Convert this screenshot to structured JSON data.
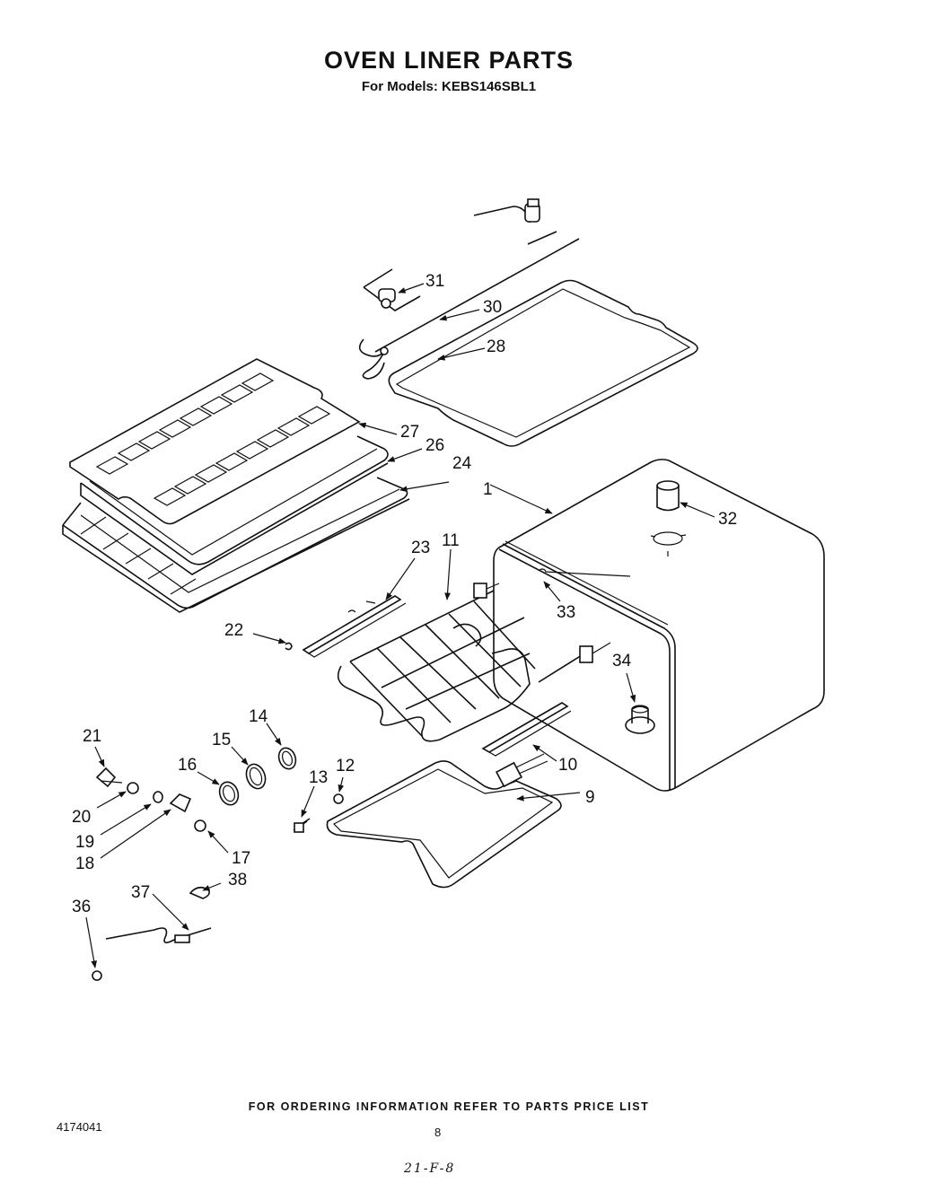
{
  "header": {
    "title": "OVEN LINER PARTS",
    "subtitle": "For Models: KEBS146SBL1"
  },
  "callouts": [
    "1",
    "9",
    "10",
    "11",
    "12",
    "13",
    "14",
    "15",
    "16",
    "17",
    "18",
    "19",
    "20",
    "21",
    "22",
    "23",
    "24",
    "26",
    "27",
    "28",
    "30",
    "31",
    "32",
    "33",
    "34",
    "36",
    "37",
    "38"
  ],
  "footer": {
    "ordering_note": "FOR ORDERING INFORMATION REFER TO PARTS PRICE LIST",
    "doc_number": "4174041",
    "page_number": "8",
    "handwritten": "21-F-8"
  }
}
